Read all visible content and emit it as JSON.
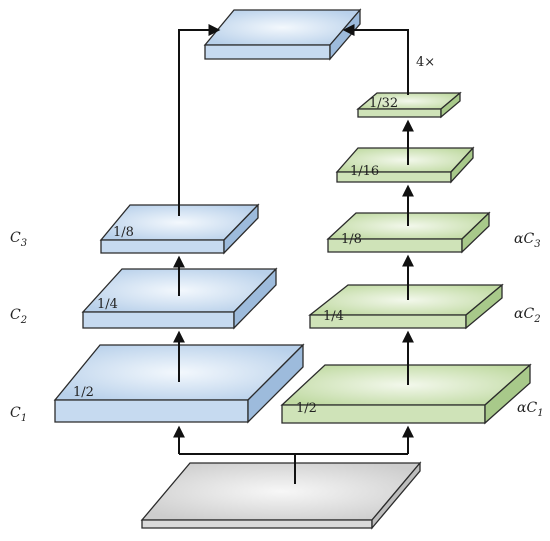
{
  "colors": {
    "blue_top_light": "#eef5fb",
    "blue_top_dark": "#b9d1ea",
    "blue_side": "#9dbbdc",
    "blue_front": "#c6daf0",
    "green_top_light": "#f0f6e6",
    "green_top_dark": "#c3dca5",
    "green_side": "#a8c98a",
    "green_front": "#cfe3b8",
    "gray_top_light": "#f4f4f4",
    "gray_top_dark": "#d0d0d0",
    "stroke": "#2b2b2b",
    "arrow": "#111111"
  },
  "left_branch": {
    "layers": [
      {
        "scale": "1/2",
        "name": "C",
        "sub": "1"
      },
      {
        "scale": "1/4",
        "name": "C",
        "sub": "2"
      },
      {
        "scale": "1/8",
        "name": "C",
        "sub": "3"
      }
    ]
  },
  "right_branch": {
    "layers": [
      {
        "scale": "1/2",
        "prefix": "α",
        "name": "C",
        "sub": "1"
      },
      {
        "scale": "1/4",
        "prefix": "α",
        "name": "C",
        "sub": "2"
      },
      {
        "scale": "1/8",
        "prefix": "α",
        "name": "C",
        "sub": "3"
      },
      {
        "scale": "1/16"
      },
      {
        "scale": "1/32"
      }
    ],
    "upsample_label": "4×"
  }
}
